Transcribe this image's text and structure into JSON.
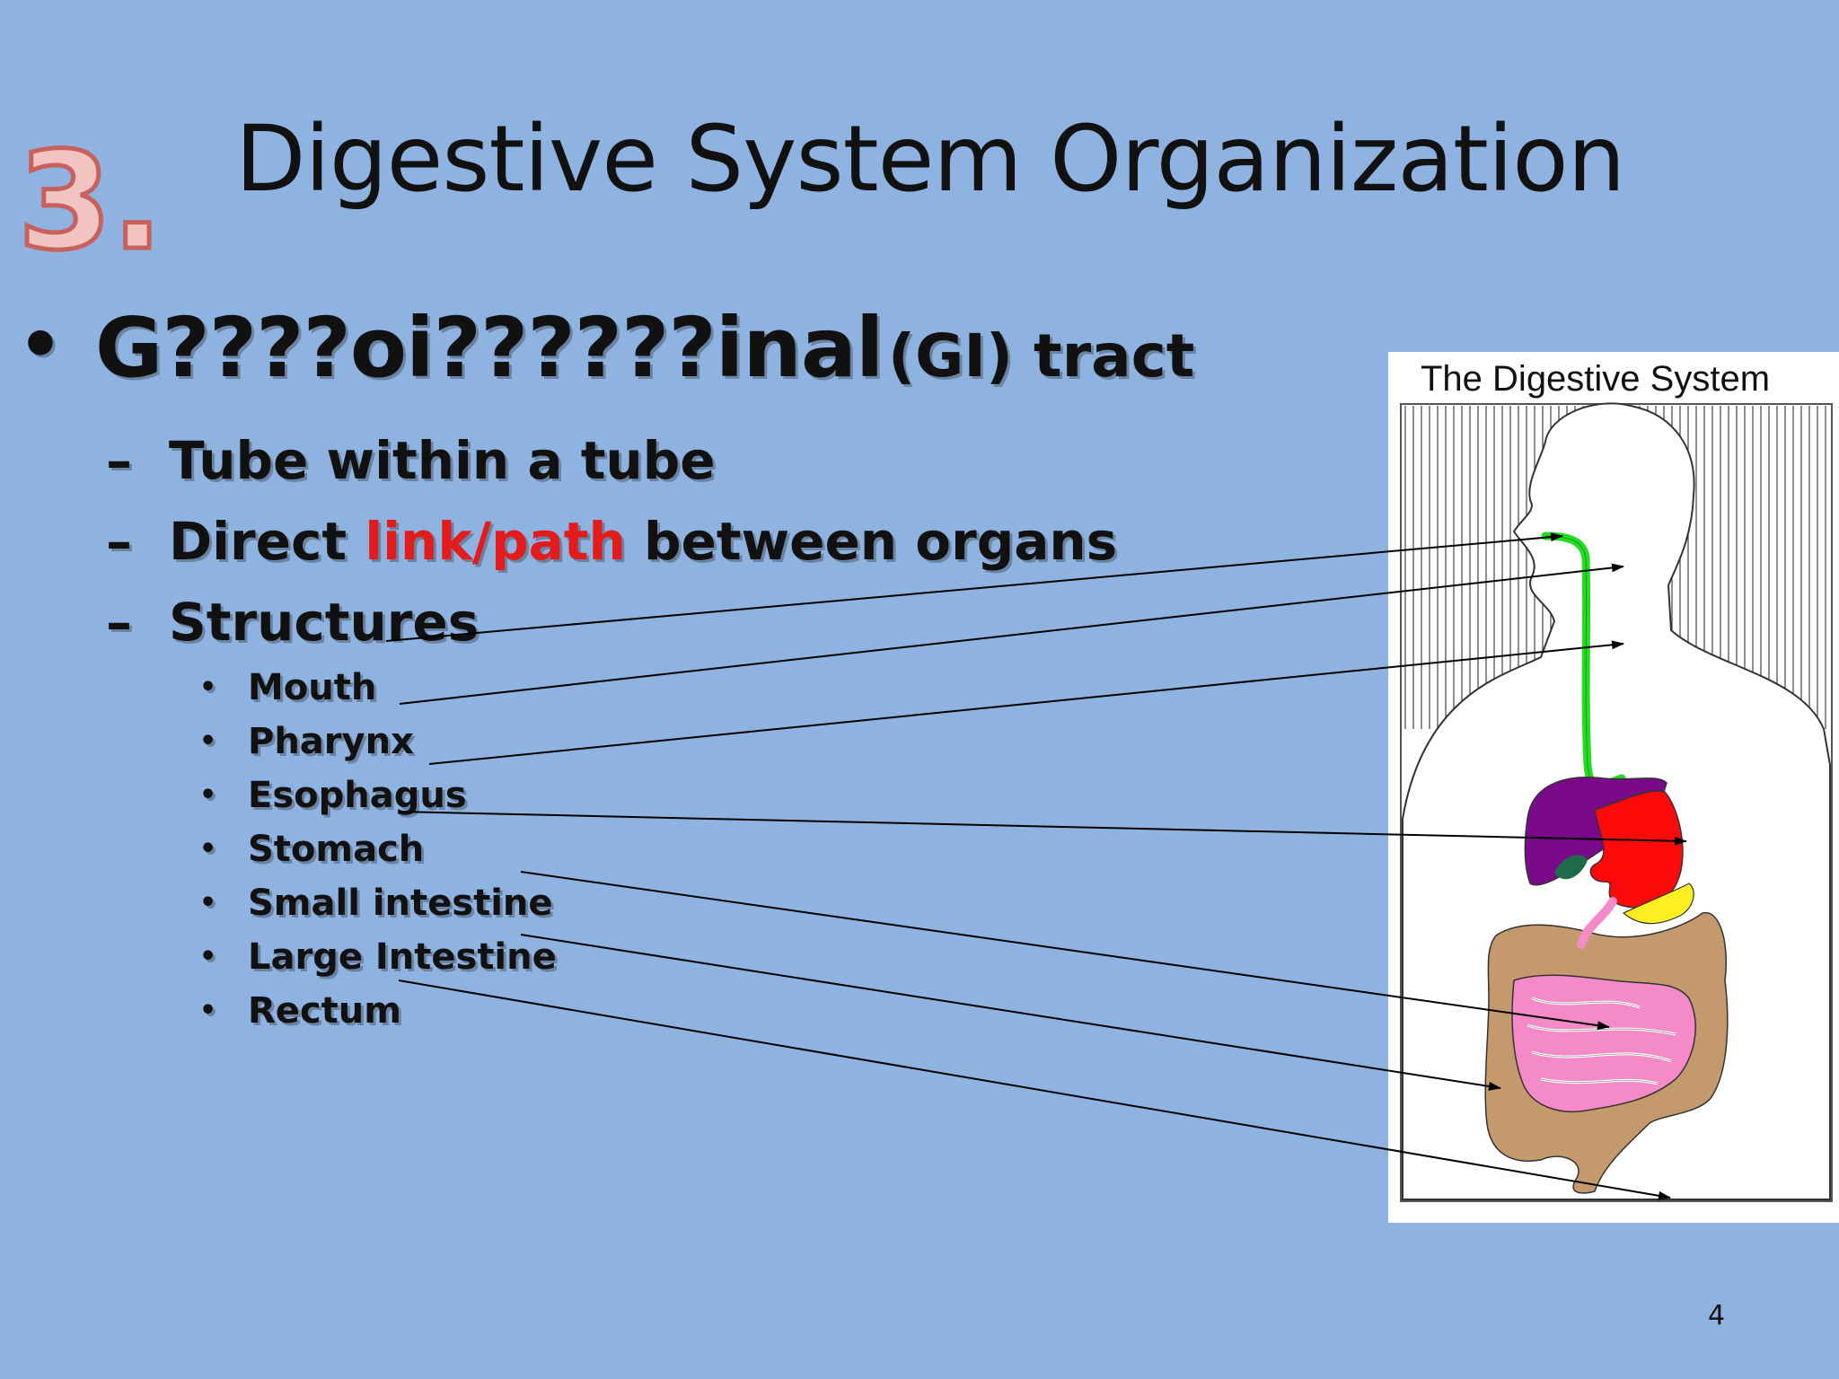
{
  "slide": {
    "number_graphic": "3.",
    "title": "Digestive System Organization",
    "main_bullet": {
      "term": "G????oi??????inal",
      "rest": "(GI) tract"
    },
    "sub_bullets": {
      "tube": "Tube within a tube",
      "direct_pre": "Direct",
      "direct_red": "link/path",
      "direct_post": "between organs",
      "structures": "Structures"
    },
    "structures": [
      "Mouth",
      "Pharynx",
      "Esophagus",
      "Stomach",
      "Small intestine",
      "Large Intestine",
      "Rectum"
    ],
    "figure_title": "The Digestive System",
    "page_number": "4"
  },
  "colors": {
    "background": "#8eb3e1",
    "highlight": "#e31b1b",
    "esophagus": "#22dd22",
    "liver": "#7a0a8a",
    "stomach": "#ff0a0a",
    "pancreas": "#ffee22",
    "small_intestine": "#f58ac9",
    "large_intestine": "#c49a6c",
    "gallbladder": "#1d6b4a"
  },
  "icons": {
    "bullet": "•",
    "dash": "–"
  }
}
